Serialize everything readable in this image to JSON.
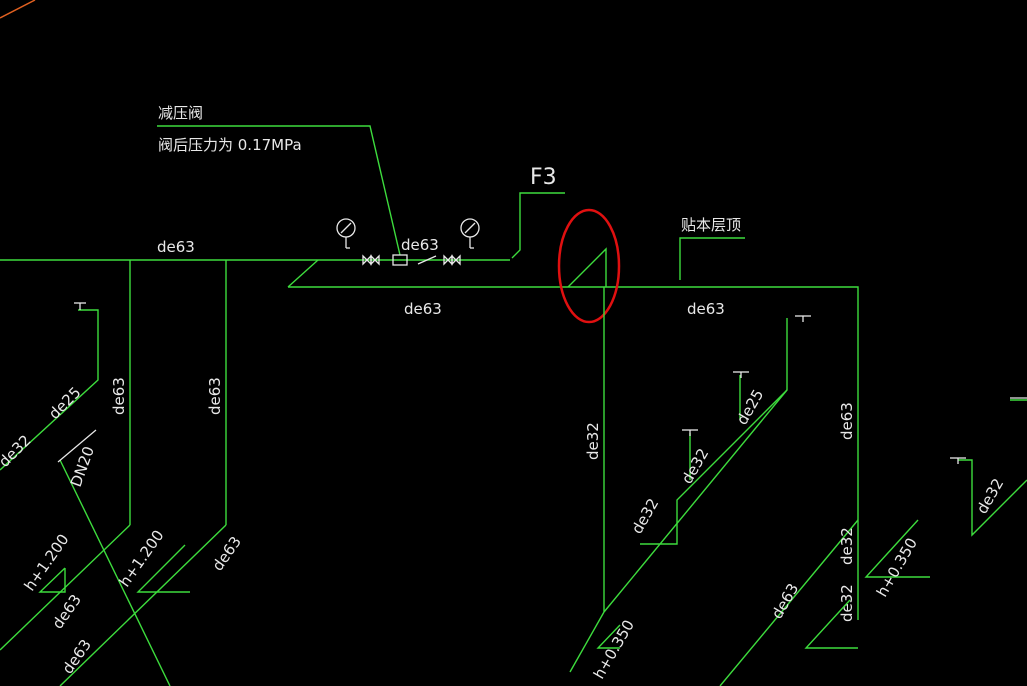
{
  "texts": {
    "prv_title": "减压阀",
    "prv_pressure": "阀后压力为  0.17MPa",
    "floor": "F3",
    "ceiling_note": "贴本层顶",
    "pipe_de63_top": "de63",
    "pipe_de63_mid": "de63",
    "pipe_de63_lower": "de63",
    "pipe_de63_right": "de63",
    "pipe_de63_v1": "de63",
    "pipe_de63_v2": "de63",
    "pipe_de63_v3": "de63",
    "pipe_de25_left": "de25",
    "pipe_de32_left": "de32",
    "pipe_dn20": "DN20",
    "pipe_de63_diag1": "de63",
    "pipe_de63_diag2": "de63",
    "pipe_de63_diag3": "de63",
    "pipe_de32_center": "de32",
    "pipe_de32_a": "de32",
    "pipe_de32_b": "de32",
    "pipe_de25_right": "de25",
    "pipe_de63_rdiag": "de63",
    "pipe_de32_rv1": "de32",
    "pipe_de32_rv2": "de32",
    "pipe_de32_far": "de32",
    "elev_left1": "h+1.200",
    "elev_left2": "h+1.200",
    "elev_center": "h+0.350",
    "elev_right": "h+0.350"
  },
  "colors": {
    "pipe": "#3ddc3d",
    "text": "#e8e8e8",
    "highlight": "#e01010",
    "bg": "#000000",
    "orange_line": "#e06020"
  }
}
